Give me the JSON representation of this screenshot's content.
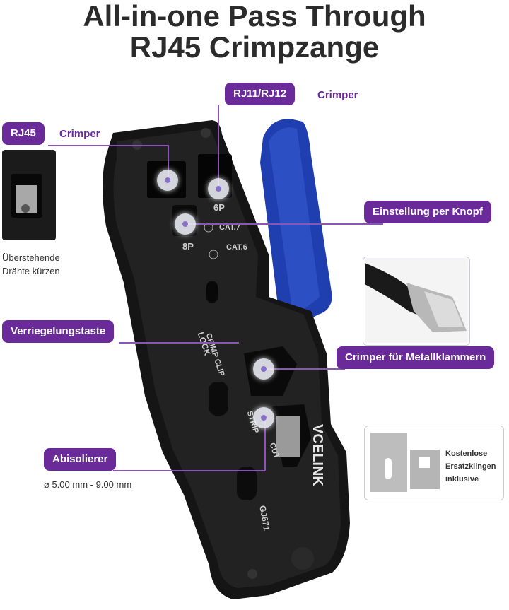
{
  "title": {
    "line1": "All-in-one Pass Through",
    "line2": "RJ45 Crimpzange"
  },
  "callouts": {
    "rj45": {
      "pill": "RJ45",
      "text": "Crimper"
    },
    "rj11": {
      "pill": "RJ11/RJ12",
      "text": "Crimper"
    },
    "knopf": {
      "pill": "Einstellung per Knopf"
    },
    "lock": {
      "pill": "Verriegelungstaste"
    },
    "metall": {
      "pill": "Crimper für Metallklammern"
    },
    "abisol": {
      "pill": "Abisolierer",
      "range": "5.00 mm - 9.00 mm"
    }
  },
  "notes": {
    "line1": "Überstehende",
    "line2": "Drähte kürzen"
  },
  "blades": {
    "line1": "Kostenlose",
    "line2": "Ersatzklingen",
    "line3": "inklusive"
  },
  "tool": {
    "p6": "6P",
    "p8": "8P",
    "cat7": "CAT.7",
    "cat6": "CAT.6",
    "crimpclip": "CRIMP CLIP",
    "lock": "LOCK",
    "strip": "STRIP",
    "cut": "CUT",
    "brand": "VCELINK",
    "model": "GJ671"
  },
  "colors": {
    "accent": "#6a2a9a",
    "handle": "#1f3fb0",
    "body": "#141414"
  }
}
